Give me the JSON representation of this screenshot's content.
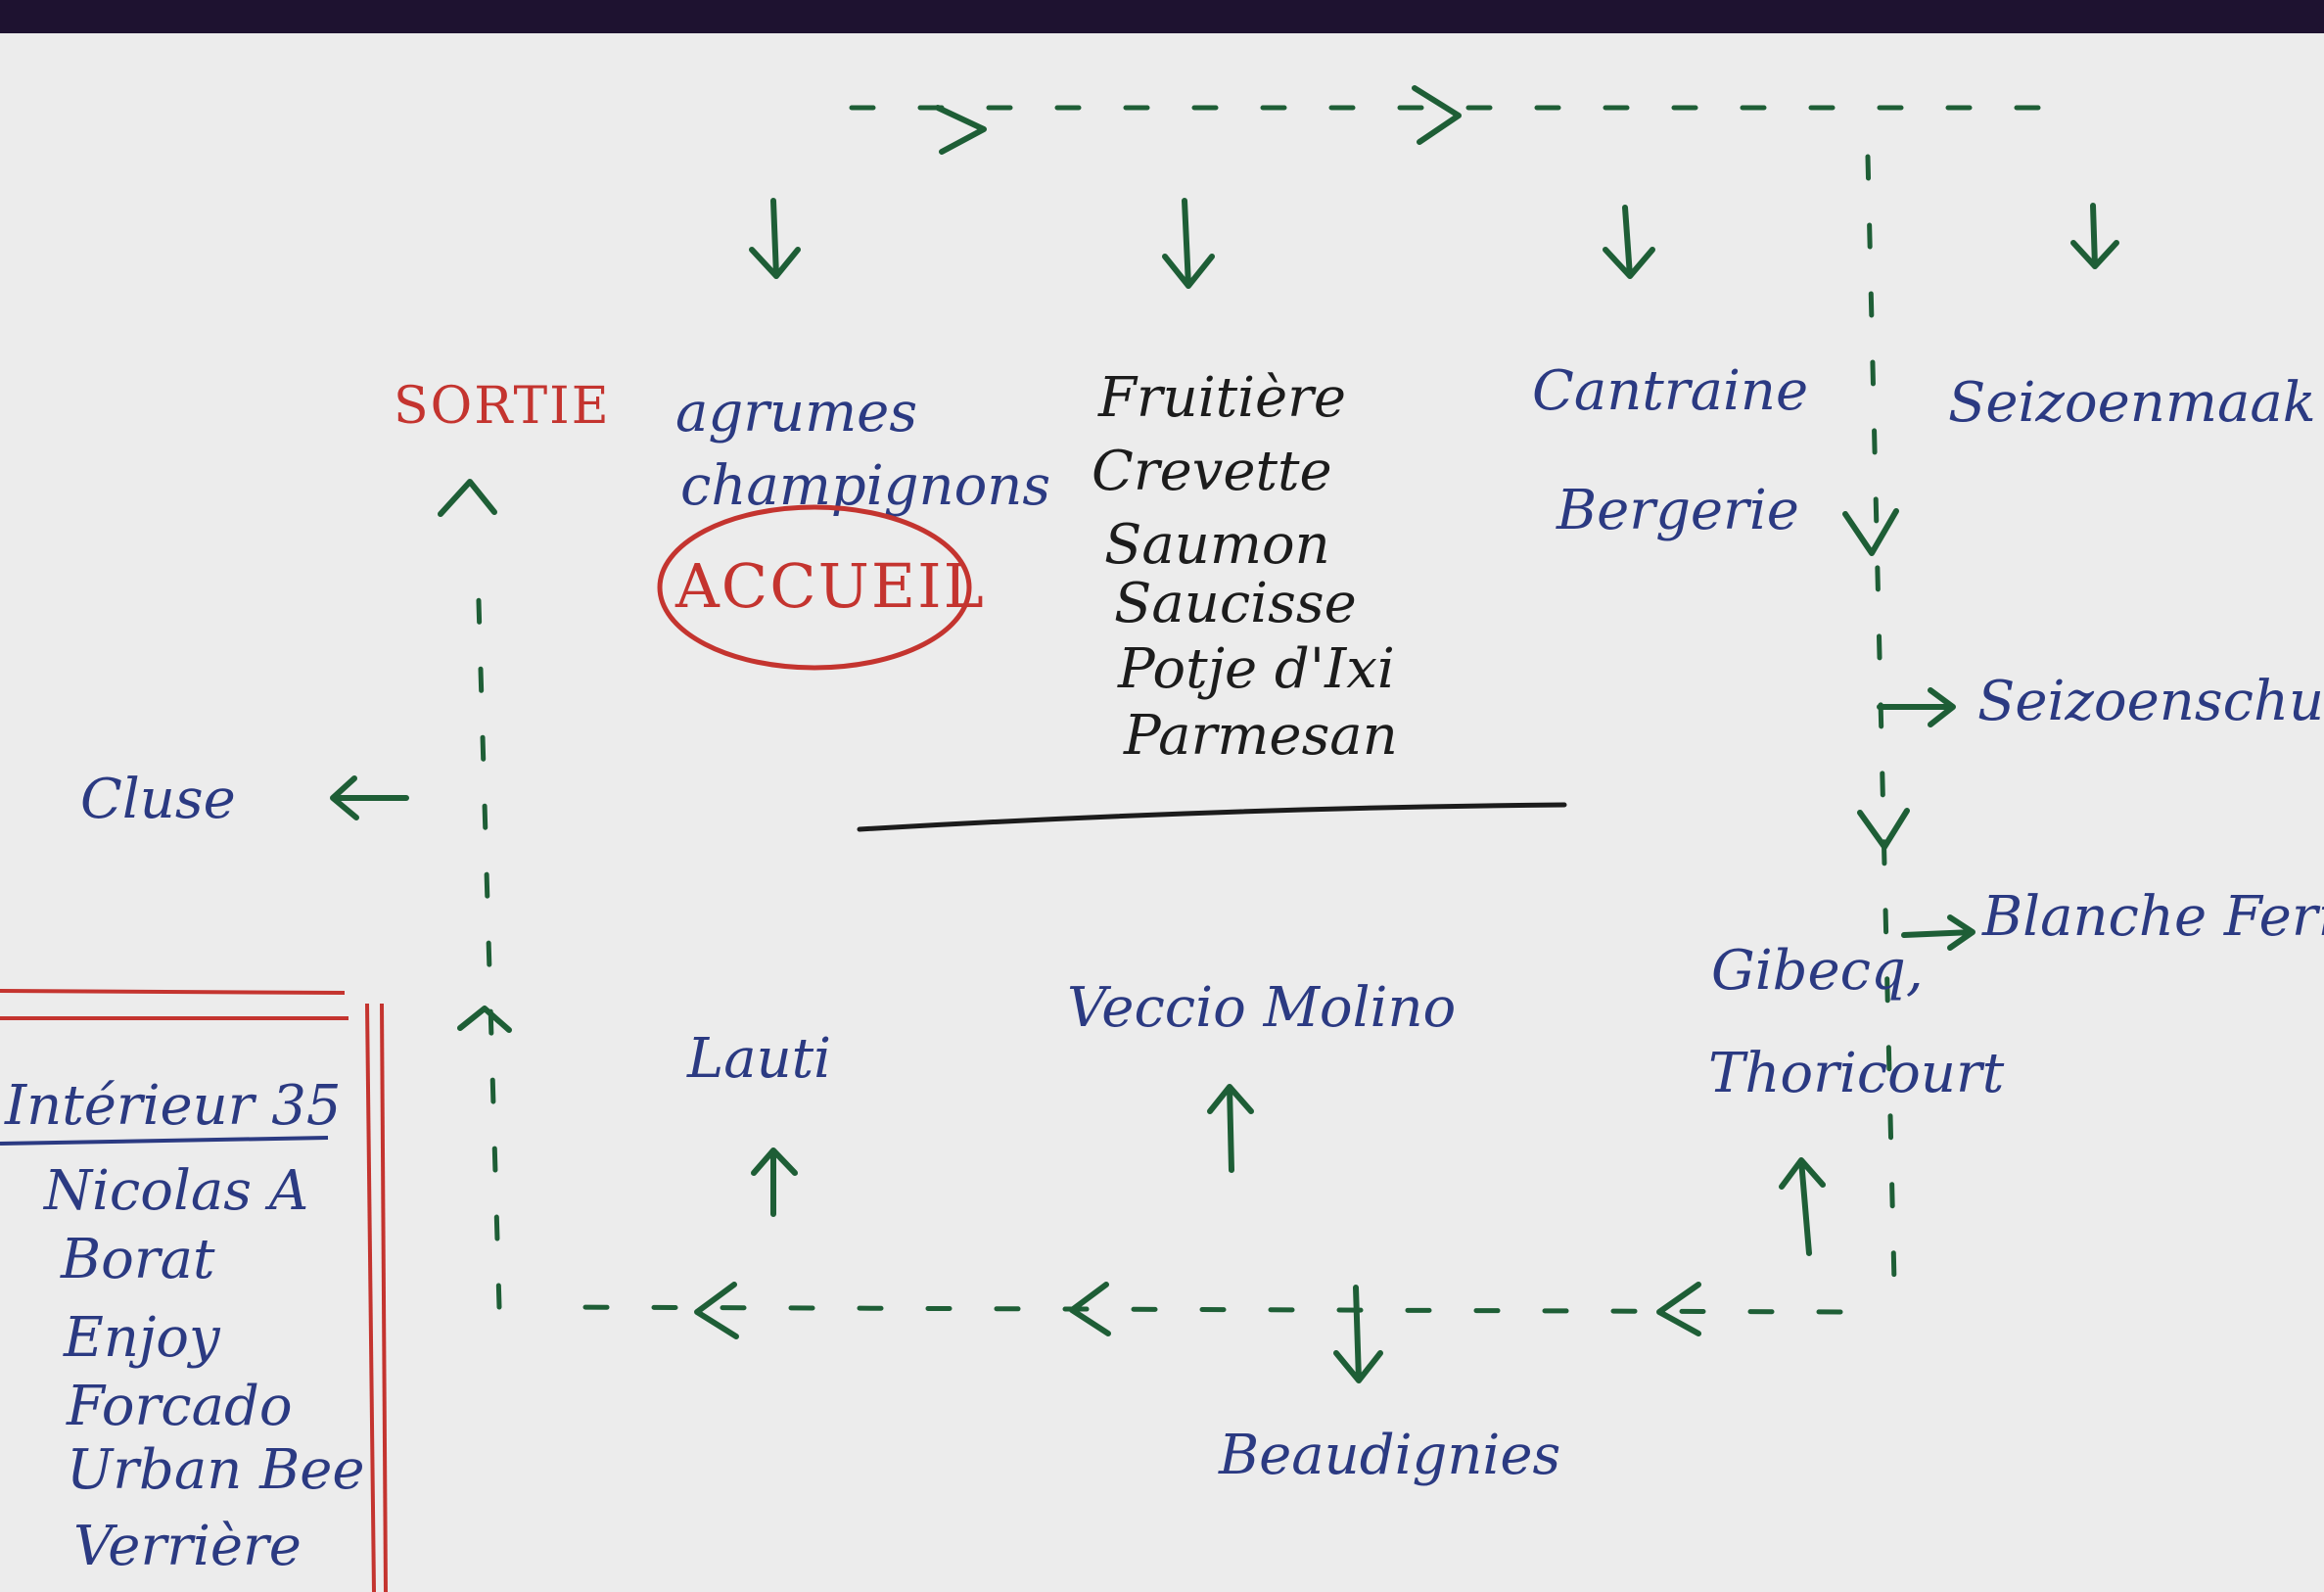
{
  "colors": {
    "frame": "#1e1230",
    "paper": "#ececec",
    "ink_blue": "#2b3a82",
    "ink_red": "#c4342f",
    "ink_green": "#1e5e36",
    "ink_black": "#1c1c1c"
  },
  "labels": {
    "sortie": "SORTIE",
    "accueil": "ACCUEIL",
    "cluse": "Cluse",
    "lauti": "Lauti",
    "veccio_molino": "Veccio Molino",
    "gibecq": "Gibecq,",
    "thoricourt": "Thoricourt",
    "beaudignies": "Beaudignies",
    "seizoenmaak": "Seizoenmaak",
    "seizoenschuim": "Seizoenschuim",
    "blanche_ferme": "Blanche Ferme",
    "cantraine": "Cantraine",
    "bergerie": "Bergerie"
  },
  "column_agrumes": [
    "agrumes",
    "champignons"
  ],
  "column_fruitiere": [
    "Fruitière",
    "Crevette",
    "Saumon",
    "Saucisse",
    "Potje d'Ixi",
    "Parmesan"
  ],
  "interieur": {
    "title": "Intérieur 35",
    "items": [
      "Nicolas A",
      "Borat",
      "Enjoy",
      "Forcado",
      "Urban Bee",
      "Verrière"
    ]
  }
}
